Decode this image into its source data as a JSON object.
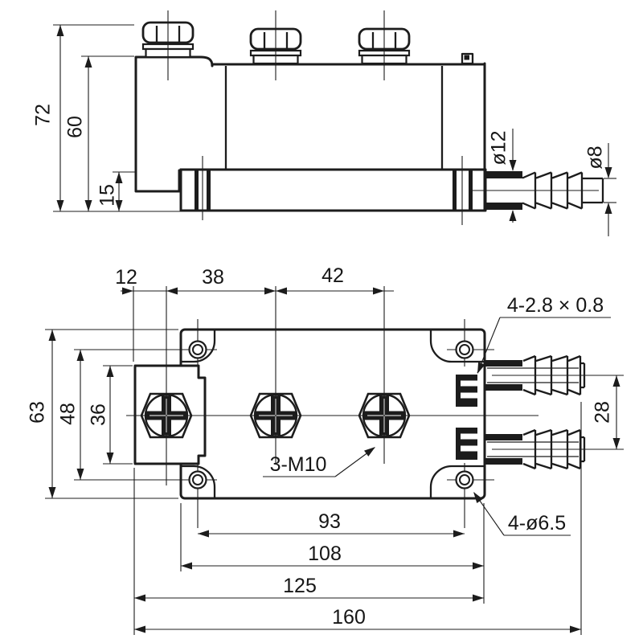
{
  "drawing": {
    "background": "#ffffff",
    "line_color": "#1c1c1c",
    "side_view": {
      "dims": {
        "total_height": "72",
        "block_height": "60",
        "base_thickness": "15",
        "nipple_diameter": "ø12",
        "hose_tip_diameter": "ø8"
      }
    },
    "plan_view": {
      "dims": {
        "edge_to_stud": "12",
        "stud_pitch_1": "38",
        "stud_pitch_2": "42",
        "body_width": "63",
        "hole_pitch_vertical": "48",
        "terminal_tab_width": "36",
        "hose_pitch": "28",
        "hole_pitch_horizontal": "93",
        "body_length": "108",
        "length_with_tab": "125",
        "overall_length": "160"
      },
      "callouts": {
        "connector_tabs": "4-2.8 × 0.8",
        "stud_threads": "3-M10",
        "mounting_holes": "4-ø6.5"
      }
    }
  }
}
